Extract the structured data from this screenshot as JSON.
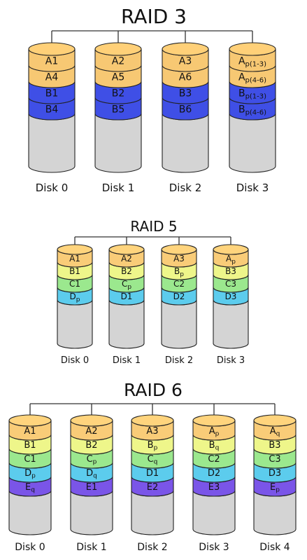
{
  "colors": {
    "outline": "#222222",
    "connector": "#333333",
    "empty_fill": "#d4d4d4",
    "empty_top": "#e2e2e2",
    "raid3_orange": "#f7c873",
    "raid3_blue": "#3f4fe6",
    "orange": "#f9cc78",
    "yellow": "#eef68a",
    "green": "#9be88e",
    "cyan": "#5ccced",
    "purple": "#7a55e8"
  },
  "diagrams": [
    {
      "key": "raid3",
      "title": "RAID 3",
      "disks": [
        {
          "label": "Disk 0",
          "segments": [
            {
              "main": "A1",
              "sub": "",
              "color": "raid3_orange"
            },
            {
              "main": "A4",
              "sub": "",
              "color": "raid3_orange"
            },
            {
              "main": "B1",
              "sub": "",
              "color": "raid3_blue"
            },
            {
              "main": "B4",
              "sub": "",
              "color": "raid3_blue"
            }
          ]
        },
        {
          "label": "Disk 1",
          "segments": [
            {
              "main": "A2",
              "sub": "",
              "color": "raid3_orange"
            },
            {
              "main": "A5",
              "sub": "",
              "color": "raid3_orange"
            },
            {
              "main": "B2",
              "sub": "",
              "color": "raid3_blue"
            },
            {
              "main": "B5",
              "sub": "",
              "color": "raid3_blue"
            }
          ]
        },
        {
          "label": "Disk 2",
          "segments": [
            {
              "main": "A3",
              "sub": "",
              "color": "raid3_orange"
            },
            {
              "main": "A6",
              "sub": "",
              "color": "raid3_orange"
            },
            {
              "main": "B3",
              "sub": "",
              "color": "raid3_blue"
            },
            {
              "main": "B6",
              "sub": "",
              "color": "raid3_blue"
            }
          ]
        },
        {
          "label": "Disk 3",
          "segments": [
            {
              "main": "A",
              "sub": "p(1-3)",
              "color": "raid3_orange"
            },
            {
              "main": "A",
              "sub": "p(4-6)",
              "color": "raid3_orange"
            },
            {
              "main": "B",
              "sub": "p(1-3)",
              "color": "raid3_blue"
            },
            {
              "main": "B",
              "sub": "p(4-6)",
              "color": "raid3_blue"
            }
          ]
        }
      ]
    },
    {
      "key": "raid5",
      "title": "RAID 5",
      "disks": [
        {
          "label": "Disk 0",
          "segments": [
            {
              "main": "A1",
              "sub": "",
              "color": "orange"
            },
            {
              "main": "B1",
              "sub": "",
              "color": "yellow"
            },
            {
              "main": "C1",
              "sub": "",
              "color": "green"
            },
            {
              "main": "D",
              "sub": "p",
              "color": "cyan"
            }
          ]
        },
        {
          "label": "Disk 1",
          "segments": [
            {
              "main": "A2",
              "sub": "",
              "color": "orange"
            },
            {
              "main": "B2",
              "sub": "",
              "color": "yellow"
            },
            {
              "main": "C",
              "sub": "p",
              "color": "green"
            },
            {
              "main": "D1",
              "sub": "",
              "color": "cyan"
            }
          ]
        },
        {
          "label": "Disk 2",
          "segments": [
            {
              "main": "A3",
              "sub": "",
              "color": "orange"
            },
            {
              "main": "B",
              "sub": "p",
              "color": "yellow"
            },
            {
              "main": "C2",
              "sub": "",
              "color": "green"
            },
            {
              "main": "D2",
              "sub": "",
              "color": "cyan"
            }
          ]
        },
        {
          "label": "Disk 3",
          "segments": [
            {
              "main": "A",
              "sub": "p",
              "color": "orange"
            },
            {
              "main": "B3",
              "sub": "",
              "color": "yellow"
            },
            {
              "main": "C3",
              "sub": "",
              "color": "green"
            },
            {
              "main": "D3",
              "sub": "",
              "color": "cyan"
            }
          ]
        }
      ]
    },
    {
      "key": "raid6",
      "title": "RAID 6",
      "disks": [
        {
          "label": "Disk 0",
          "segments": [
            {
              "main": "A1",
              "sub": "",
              "color": "orange"
            },
            {
              "main": "B1",
              "sub": "",
              "color": "yellow"
            },
            {
              "main": "C1",
              "sub": "",
              "color": "green"
            },
            {
              "main": "D",
              "sub": "p",
              "color": "cyan"
            },
            {
              "main": "E",
              "sub": "q",
              "color": "purple"
            }
          ]
        },
        {
          "label": "Disk 1",
          "segments": [
            {
              "main": "A2",
              "sub": "",
              "color": "orange"
            },
            {
              "main": "B2",
              "sub": "",
              "color": "yellow"
            },
            {
              "main": "C",
              "sub": "p",
              "color": "green"
            },
            {
              "main": "D",
              "sub": "q",
              "color": "cyan"
            },
            {
              "main": "E1",
              "sub": "",
              "color": "purple"
            }
          ]
        },
        {
          "label": "Disk 2",
          "segments": [
            {
              "main": "A3",
              "sub": "",
              "color": "orange"
            },
            {
              "main": "B",
              "sub": "p",
              "color": "yellow"
            },
            {
              "main": "C",
              "sub": "q",
              "color": "green"
            },
            {
              "main": "D1",
              "sub": "",
              "color": "cyan"
            },
            {
              "main": "E2",
              "sub": "",
              "color": "purple"
            }
          ]
        },
        {
          "label": "Disk 3",
          "segments": [
            {
              "main": "A",
              "sub": "p",
              "color": "orange"
            },
            {
              "main": "B",
              "sub": "q",
              "color": "yellow"
            },
            {
              "main": "C2",
              "sub": "",
              "color": "green"
            },
            {
              "main": "D2",
              "sub": "",
              "color": "cyan"
            },
            {
              "main": "E3",
              "sub": "",
              "color": "purple"
            }
          ]
        },
        {
          "label": "Disk 4",
          "segments": [
            {
              "main": "A",
              "sub": "q",
              "color": "orange"
            },
            {
              "main": "B3",
              "sub": "",
              "color": "yellow"
            },
            {
              "main": "C3",
              "sub": "",
              "color": "green"
            },
            {
              "main": "D3",
              "sub": "",
              "color": "cyan"
            },
            {
              "main": "E",
              "sub": "p",
              "color": "purple"
            }
          ]
        }
      ]
    }
  ]
}
